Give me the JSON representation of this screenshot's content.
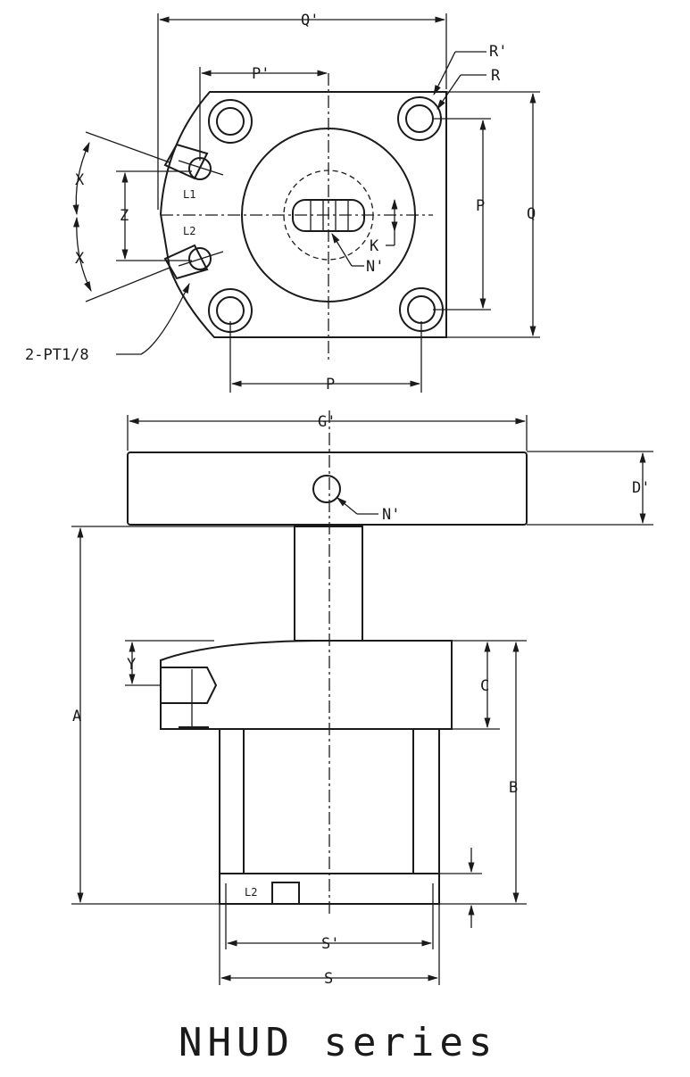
{
  "title": "NHUD series",
  "top_view": {
    "labels": {
      "q_prime": "Q'",
      "p_prime": "P'",
      "r_prime": "R'",
      "r": "R",
      "p_right": "P",
      "q": "Q",
      "x_top": "X",
      "x_bottom": "X",
      "z": "Z",
      "l1": "L1",
      "l2": "L2",
      "k": "K",
      "n_prime": "N'",
      "port_callout": "2-PT1/8",
      "p_bottom": "P"
    }
  },
  "side_view": {
    "labels": {
      "g_prime": "G'",
      "d_prime": "D'",
      "n_prime": "N'",
      "a": "A",
      "y": "Y",
      "c": "C",
      "b": "B",
      "l2": "L2",
      "s_prime": "S'",
      "s": "S"
    }
  }
}
